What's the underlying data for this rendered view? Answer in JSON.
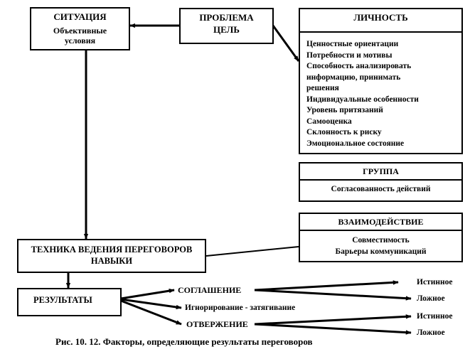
{
  "situation": {
    "title": "СИТУАЦИЯ",
    "line1": "Объективные",
    "line2": "условия"
  },
  "problem": {
    "line1": "ПРОБЛЕМА",
    "line2": "ЦЕЛЬ"
  },
  "personality": {
    "title": "ЛИЧНОСТЬ",
    "items": [
      "Ценностные ориентации",
      "Потребности и мотивы",
      "Способность анализировать",
      "информацию, принимать",
      "решения",
      "Индивидуальные особенности",
      "Уровень притязаний",
      "Самооценка",
      "Склонность к риску",
      "Эмоциональное состояние"
    ]
  },
  "group": {
    "title": "ГРУППА",
    "item": "Согласованность действий"
  },
  "interaction": {
    "title": "ВЗАИМОДЕЙСТВИЕ",
    "line1": "Совместимость",
    "line2": "Барьеры коммуникаций"
  },
  "technique": {
    "line1": "ТЕХНИКА ВЕДЕНИЯ ПЕРЕГОВОРОВ",
    "line2": "НАВЫКИ"
  },
  "results": {
    "title": "РЕЗУЛЬТАТЫ"
  },
  "outcomes": {
    "agreement": "СОГЛАШЕНИЕ",
    "ignoring": "Игнорирование - затягивание",
    "rejection": "ОТВЕРЖЕНИЕ",
    "true1": "Истинное",
    "false1": "Ложное",
    "true2": "Истинное",
    "false2": "Ложное"
  },
  "caption": "Рис. 10. 12. Факторы, определяющие результаты переговоров"
}
